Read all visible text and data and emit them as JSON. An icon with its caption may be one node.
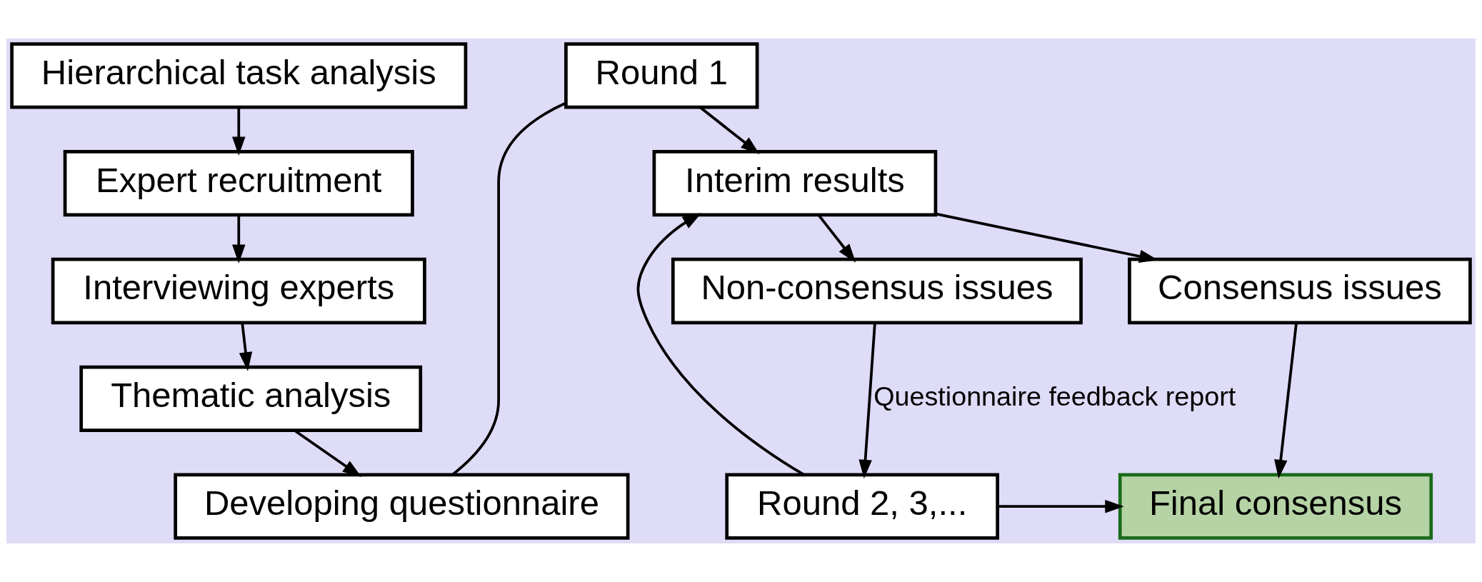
{
  "diagram": {
    "nodes": [
      {
        "text": [
          "Hierarchical task analysis"
        ]
      },
      {
        "text": [
          "Expert recruitment"
        ]
      },
      {
        "text": [
          "Interviewing experts"
        ]
      },
      {
        "text": [
          "Thematic analysis"
        ]
      },
      {
        "text": [
          "Developing questionnaire"
        ]
      },
      {
        "text": [
          "Round 1"
        ]
      },
      {
        "text": [
          "Interim results"
        ]
      },
      {
        "text": [
          "Non-consensus issues"
        ]
      },
      {
        "text": [
          "Consensus issues"
        ]
      },
      {
        "text": [
          "Round 2, 3,..."
        ]
      },
      {
        "text": [
          "Final consensus"
        ]
      }
    ],
    "edges": [
      {
        "from": 0,
        "to": 1,
        "arrow": "to"
      },
      {
        "from": 1,
        "to": 2,
        "arrow": "to"
      },
      {
        "from": 2,
        "to": 3,
        "arrow": "to"
      },
      {
        "from": 3,
        "to": 4,
        "arrow": "to"
      },
      {
        "from": 4,
        "to": 5,
        "arrow": "none"
      },
      {
        "from": 5,
        "to": 6,
        "arrow": "to"
      },
      {
        "from": 6,
        "to": 7,
        "arrow": "to"
      },
      {
        "from": 6,
        "to": 8,
        "arrow": "to"
      },
      {
        "from": 7,
        "to": 9,
        "arrow": "to",
        "label": "Questionnaire feedback report"
      },
      {
        "from": 9,
        "to": 6,
        "arrow": "to"
      },
      {
        "from": 9,
        "to": 10,
        "arrow": "to"
      },
      {
        "from": 8,
        "to": 10,
        "arrow": "to"
      }
    ]
  }
}
